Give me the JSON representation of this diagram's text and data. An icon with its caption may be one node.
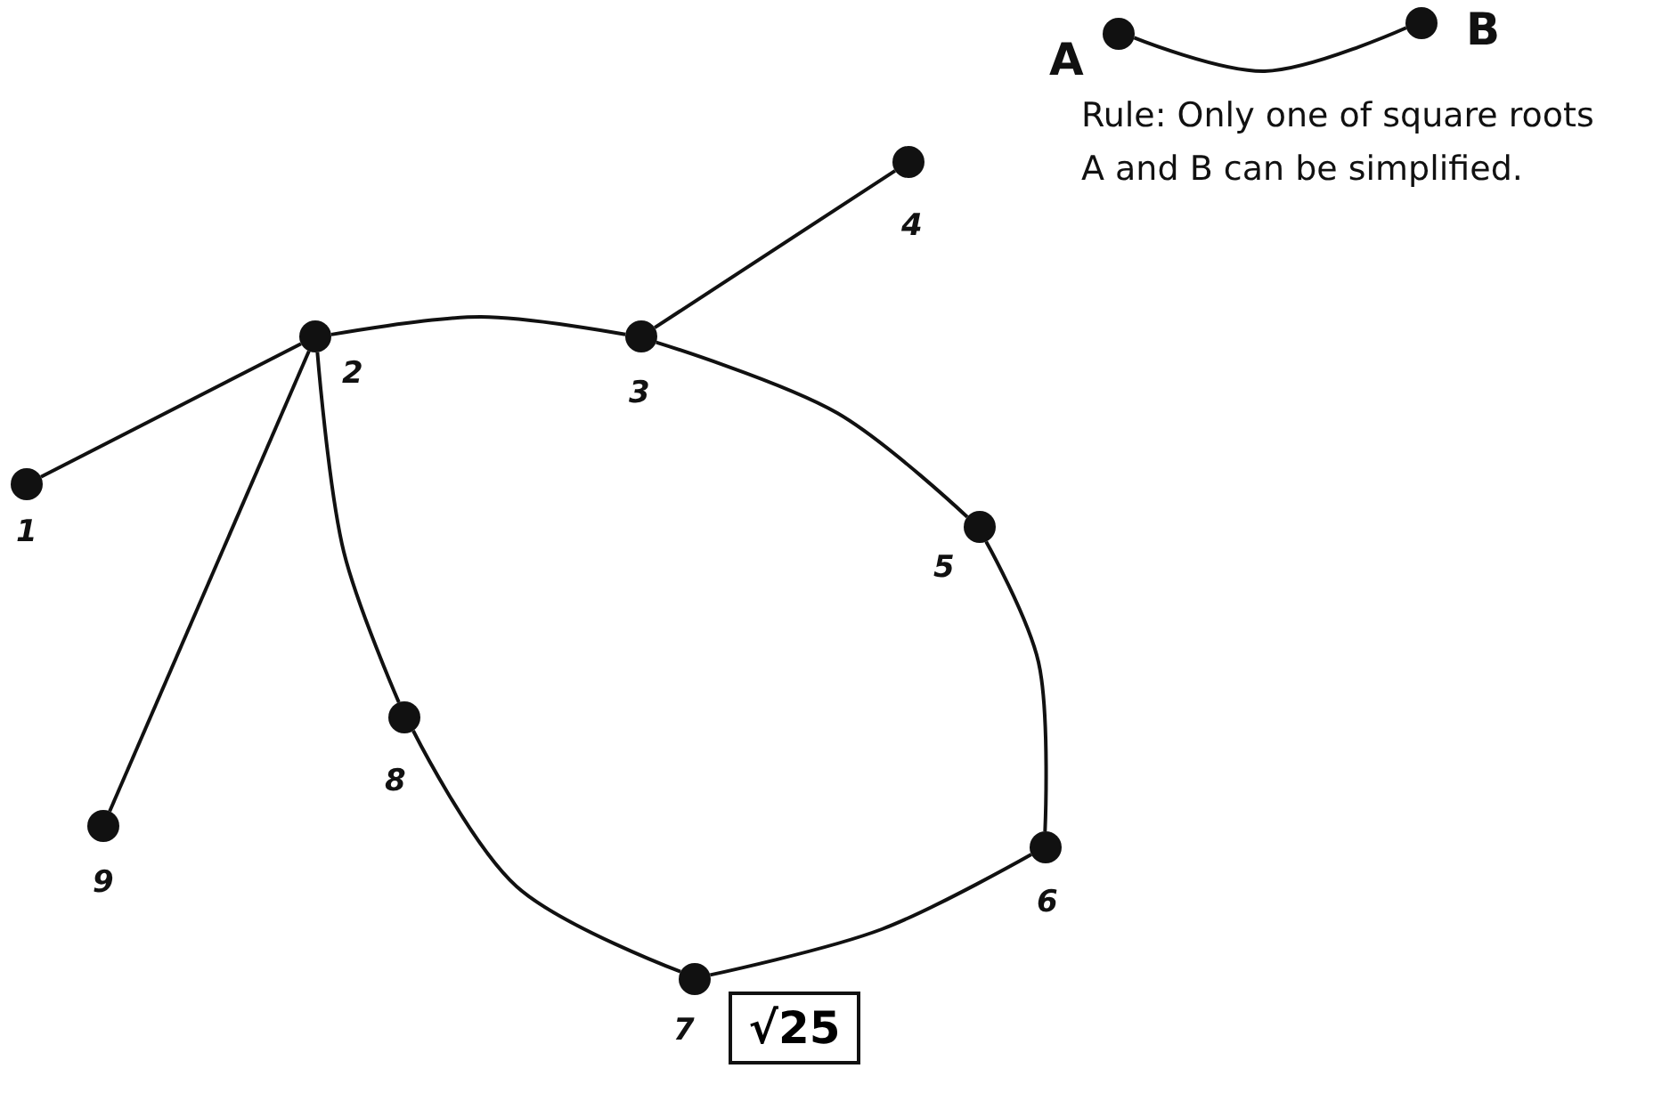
{
  "diagram": {
    "nodes": [
      {
        "text": [],
        "shape": "circle",
        "beside": [
          "1"
        ]
      },
      {
        "text": [],
        "shape": "circle",
        "beside": [
          "2"
        ]
      },
      {
        "text": [],
        "shape": "circle",
        "beside": [
          "3"
        ]
      },
      {
        "text": [],
        "shape": "circle",
        "beside": [
          "4"
        ]
      },
      {
        "text": [],
        "shape": "circle",
        "beside": [
          "5"
        ]
      },
      {
        "text": [],
        "shape": "circle",
        "beside": [
          "6"
        ]
      },
      {
        "text": [],
        "shape": "circle",
        "beside": [
          "7"
        ]
      },
      {
        "text": [],
        "shape": "circle",
        "beside": [
          "8"
        ]
      },
      {
        "text": [],
        "shape": "circle",
        "beside": [
          "9"
        ]
      },
      {
        "text": [
          "√25"
        ]
      },
      {
        "text": [],
        "shape": "circle",
        "beside": [
          "A"
        ]
      },
      {
        "text": [],
        "shape": "circle",
        "beside": [
          "B"
        ]
      }
    ],
    "edges": [
      {
        "from": 0,
        "to": 1,
        "arrow": "none"
      },
      {
        "from": 1,
        "to": 2,
        "arrow": "none"
      },
      {
        "from": 2,
        "to": 3,
        "arrow": "none"
      },
      {
        "from": 2,
        "to": 4,
        "arrow": "none"
      },
      {
        "from": 4,
        "to": 5,
        "arrow": "none"
      },
      {
        "from": 5,
        "to": 6,
        "arrow": "none"
      },
      {
        "from": 6,
        "to": 7,
        "arrow": "none"
      },
      {
        "from": 7,
        "to": 1,
        "arrow": "none"
      },
      {
        "from": 1,
        "to": 8,
        "arrow": "none"
      },
      {
        "from": 10,
        "to": 11,
        "arrow": "none"
      }
    ],
    "labels": [
      "Rule: Only one of square roots A and B can be simplified."
    ]
  }
}
